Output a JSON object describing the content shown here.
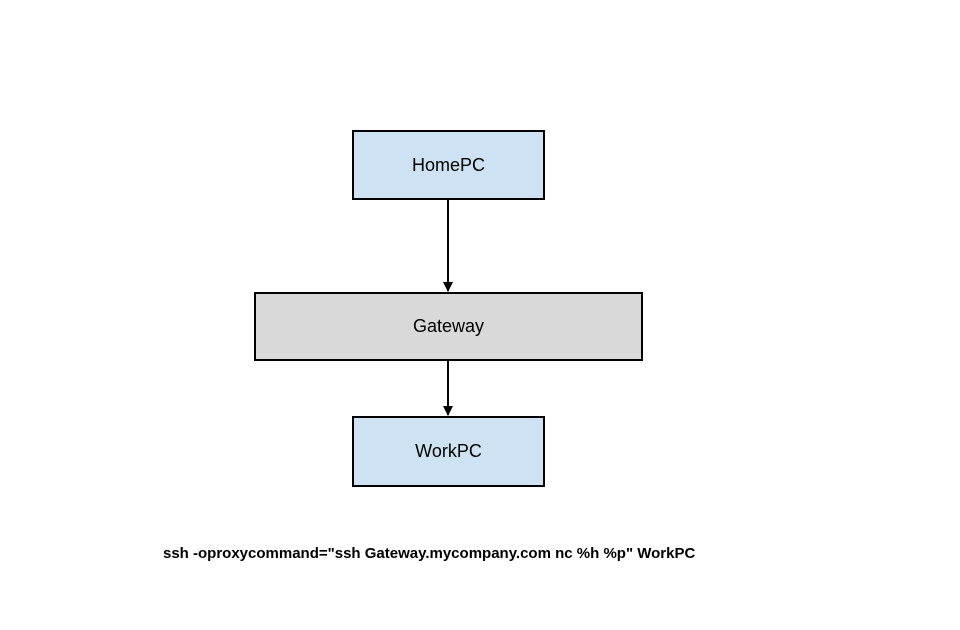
{
  "nodes": {
    "home": {
      "label": "HomePC",
      "fill": "#cfe2f3"
    },
    "gateway": {
      "label": "Gateway",
      "fill": "#d9d9d9"
    },
    "work": {
      "label": "WorkPC",
      "fill": "#cfe2f3"
    }
  },
  "edges": [
    {
      "from": "HomePC",
      "to": "Gateway"
    },
    {
      "from": "Gateway",
      "to": "WorkPC"
    }
  ],
  "command": "ssh -oproxycommand=\"ssh Gateway.mycompany.com nc %h %p\" WorkPC"
}
